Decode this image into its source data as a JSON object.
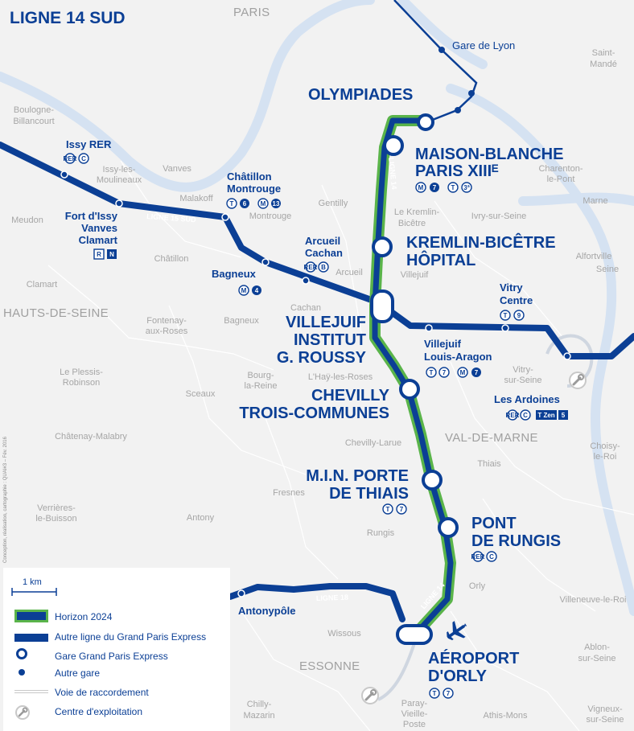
{
  "map": {
    "title": "LIGNE 14 SUD",
    "credit": "Conception, réalisation, cartographie : QUAI#3 – Fév. 2016",
    "colors": {
      "line_blue": "#0b3f95",
      "horizon_green": "#5ab44a",
      "water": "#dfe9f5",
      "background": "#f2f2f2"
    },
    "areas": {
      "paris": "PARIS",
      "hauts_de_seine": "HAUTS-DE-SEINE",
      "val_de_marne": "VAL-DE-MARNE",
      "essonne": "ESSONNE"
    },
    "towns": {
      "boulogne": "Boulogne-\nBillancourt",
      "issy_moulineaux": "Issy-les-\nMoulineaux",
      "vanves": "Vanves",
      "malakoff": "Malakoff",
      "montrouge": "Montrouge",
      "gentilly": "Gentilly",
      "meudon": "Meudon",
      "chatillon": "Châtillon",
      "clamart": "Clamart",
      "kremlin": "Le Kremlin-\nBicêtre",
      "ivry": "Ivry-sur-Seine",
      "charenton": "Charenton-\nle-Pont",
      "saint_mande": "Saint-\nMandé",
      "alfortville": "Alfortville",
      "villejuif": "Villejuif",
      "arcueil": "Arcueil",
      "cachan": "Cachan",
      "fontenay": "Fontenay-\naux-Roses",
      "bagneux": "Bagneux",
      "plessis": "Le Plessis-\nRobinson",
      "bourg": "Bourg-\nla-Reine",
      "hay": "L'Haÿ-les-Roses",
      "vitry": "Vitry-\nsur-Seine",
      "sceaux": "Sceaux",
      "chatenay": "Châtenay-Malabry",
      "chevilly": "Chevilly-Larue",
      "thiais": "Thiais",
      "choisy": "Choisy-\nle-Roi",
      "fresnes": "Fresnes",
      "verrieres": "Verrières-\nle-Buisson",
      "antony": "Antony",
      "rungis": "Rungis",
      "orly": "Orly",
      "villeneuve": "Villeneuve-le-Roi",
      "wissous": "Wissous",
      "ablon": "Ablon-\nsur-Seine",
      "chilly": "Chilly-\nMazarin",
      "paray": "Paray-\nVieille-\nPoste",
      "athis": "Athis-Mons",
      "vigneux": "Vigneux-\nsur-Seine",
      "seine": "Seine",
      "marne": "Marne"
    },
    "line_labels": {
      "l14_north": "LIGNE 14",
      "l14_south": "LIGNE 14",
      "l15": "LIGNE 15 SUD",
      "l18": "LIGNE 18"
    },
    "gpe_stations": {
      "olympiades": "OLYMPIADES",
      "maison_blanche_1": "MAISON-BLANCHE",
      "maison_blanche_2": "PARIS XIIIᴱ",
      "kremlin_1": "KREMLIN-BICÊTRE",
      "kremlin_2": "HÔPITAL",
      "villejuif_1": "VILLEJUIF",
      "villejuif_2": "INSTITUT",
      "villejuif_3": "G. ROUSSY",
      "chevilly_1": "CHEVILLY",
      "chevilly_2": "TROIS-COMMUNES",
      "min_1": "M.I.N. PORTE",
      "min_2": "DE THIAIS",
      "rungis_1": "PONT",
      "rungis_2": "DE RUNGIS",
      "orly_1": "AÉROPORT",
      "orly_2": "D'ORLY"
    },
    "other_stations": {
      "gare_de_lyon": "Gare de Lyon",
      "issy_rer": "Issy RER",
      "fort_issy_1": "Fort d'Issy",
      "fort_issy_2": "Vanves",
      "fort_issy_3": "Clamart",
      "chatillon_1": "Châtillon",
      "chatillon_2": "Montrouge",
      "bagneux": "Bagneux",
      "arcueil_1": "Arcueil",
      "arcueil_2": "Cachan",
      "vitry_1": "Vitry",
      "vitry_2": "Centre",
      "vja_1": "Villejuif",
      "vja_2": "Louis-Aragon",
      "ardoines": "Les Ardoines",
      "antonypole": "Antonypôle"
    },
    "badges": {
      "rer": "RER",
      "c": "C",
      "b": "B",
      "m": "M",
      "t": "T",
      "n": "N",
      "r": "R",
      "n4": "4",
      "n5": "5",
      "n6": "6",
      "n7": "7",
      "n9": "9",
      "n13": "13",
      "n3a": "3ª",
      "tzen": "T Zen"
    }
  },
  "legend": {
    "scale": "1 km",
    "items": [
      {
        "label": "Horizon 2024"
      },
      {
        "label": "Autre ligne du Grand Paris Express"
      },
      {
        "label": "Gare Grand Paris Express"
      },
      {
        "label": "Autre gare"
      },
      {
        "label": "Voie de raccordement"
      },
      {
        "label": "Centre d'exploitation"
      }
    ]
  }
}
